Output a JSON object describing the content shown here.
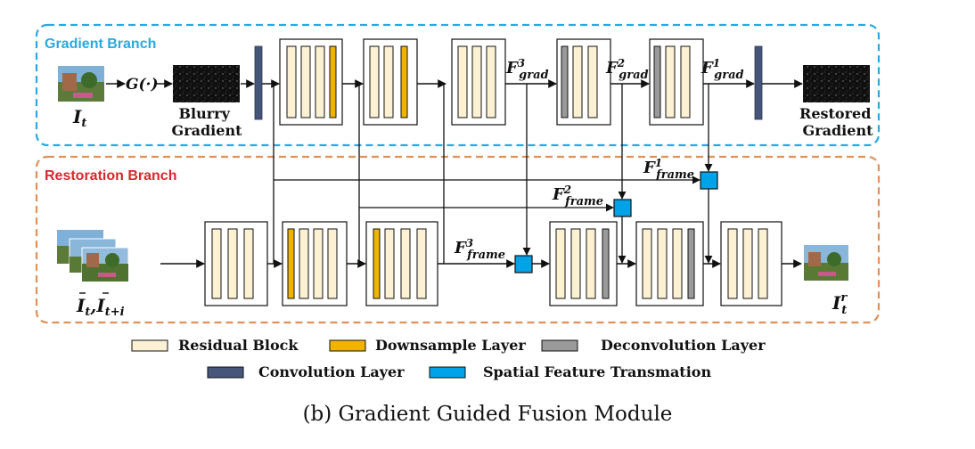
{
  "branches": {
    "gradient": {
      "label": "Gradient Branch",
      "color": "#29a9e0"
    },
    "restoration": {
      "label": "Restoration Branch",
      "color": "#d9272e"
    }
  },
  "inputs": {
    "gradient_input": {
      "symbol": "I",
      "sub": "t"
    },
    "g_operator": "G(·)",
    "blurry_gradient": [
      "Blurry",
      "Gradient"
    ],
    "restoration_input": {
      "a": "I",
      "a_sub": "t",
      "sep": ",",
      "b": "I",
      "b_sub": "t+i"
    }
  },
  "outputs": {
    "restored_gradient": [
      "Restored",
      "Gradient"
    ],
    "restored_frame": {
      "symbol": "I",
      "sub": "t",
      "sup": "r"
    }
  },
  "features": {
    "grad3": {
      "base": "F",
      "sup": "3",
      "sub": "grad"
    },
    "grad2": {
      "base": "F",
      "sup": "2",
      "sub": "grad"
    },
    "grad1": {
      "base": "F",
      "sup": "1",
      "sub": "grad"
    },
    "frame3": {
      "base": "F",
      "sup": "3",
      "sub": "frame"
    },
    "frame2": {
      "base": "F",
      "sup": "2",
      "sub": "frame"
    },
    "frame1": {
      "base": "F",
      "sup": "1",
      "sub": "frame"
    }
  },
  "legend": [
    {
      "label": "Residual Block",
      "color": "#fdf1d4"
    },
    {
      "label": "Downsample Layer",
      "color": "#f0b400"
    },
    {
      "label": "Deconvolution Layer",
      "color": "#9a9a9a"
    },
    {
      "label": "Convolution Layer",
      "color": "#46567a"
    },
    {
      "label": "Spatial Feature Transmation",
      "color": "#00a3e8"
    }
  ],
  "caption": "(b) Gradient Guided Fusion Module",
  "colors": {
    "gradient_box": "#29a9e0",
    "restoration_box": "#e0915a",
    "residual": "#fdf1d4",
    "downsample": "#f0b400",
    "deconv": "#9a9a9a",
    "conv": "#46567a",
    "sft": "#00a3e8"
  }
}
